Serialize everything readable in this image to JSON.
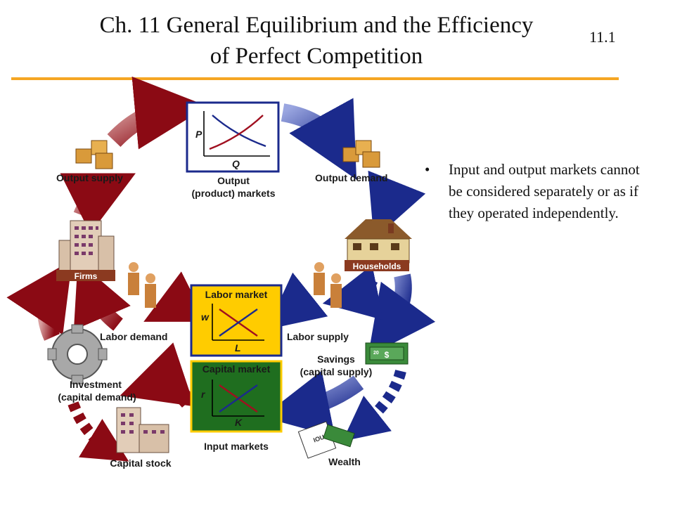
{
  "header": {
    "title_line1": "Ch. 11  General Equilibrium and the Efficiency",
    "title_line2": "of Perfect Competition",
    "slide_number": "11.1"
  },
  "bullet": {
    "text": "Input and output markets cannot be considered separately or as if they operated independently."
  },
  "diagram": {
    "output_supply": "Output supply",
    "output_demand": "Output demand",
    "output_market_line1": "Output",
    "output_market_line2": "(product) markets",
    "output_graph_y": "P",
    "output_graph_x": "Q",
    "firms": "Firms",
    "households": "Households",
    "labor_market_title": "Labor market",
    "labor_graph_y": "w",
    "labor_graph_x": "L",
    "labor_demand": "Labor demand",
    "labor_supply": "Labor supply",
    "capital_market_title": "Capital market",
    "capital_graph_y": "r",
    "capital_graph_x": "K",
    "savings_line1": "Savings",
    "savings_line2": "(capital supply)",
    "investment_line1": "Investment",
    "investment_line2": "(capital demand)",
    "input_markets": "Input markets",
    "capital_stock": "Capital stock",
    "wealth": "Wealth",
    "iou": "IOU",
    "money_symbol": "$",
    "bill_value": "20"
  }
}
